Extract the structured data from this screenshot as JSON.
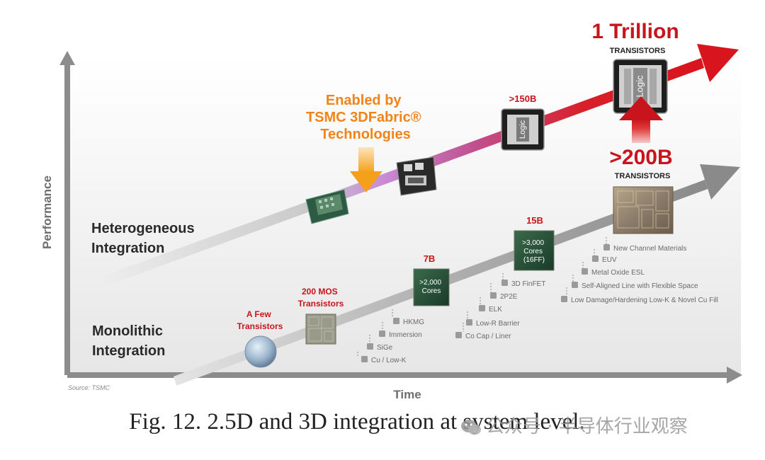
{
  "axes": {
    "y_label": "Performance",
    "x_label": "Time",
    "source": "Source: TSMC"
  },
  "tracks": {
    "heterogeneous": "Heterogeneous\nIntegration",
    "monolithic": "Monolithic\nIntegration"
  },
  "callouts": {
    "enabled_by": [
      "Enabled by",
      "TSMC 3DFabric®",
      "Technologies"
    ],
    "trillion_big": "1 Trillion",
    "trillion_small": "TRANSISTORS",
    "b200_big": ">200B",
    "b200_small": "TRANSISTORS",
    "b150": ">150B",
    "b7": "7B",
    "b15": "15B",
    "mos200": [
      "200 MOS",
      "Transistors"
    ],
    "few": [
      "A Few",
      "Transistors"
    ]
  },
  "chips": {
    "cores2000": [
      ">2,000",
      "Cores"
    ],
    "cores3000": [
      ">3,000",
      "Cores",
      "(16FF)"
    ],
    "logic": "Logic"
  },
  "technologies": [
    "Cu / Low-K",
    "SiGe",
    "Immersion",
    "HKMG",
    "Co Cap / Liner",
    "Low-R Barrier",
    "ELK",
    "2P2E",
    "3D FinFET",
    "Low Damage/Hardening Low-K & Novel Cu Fill",
    "Self-Aligned Line with Flexible Space",
    "Metal Oxide ESL",
    "EUV",
    "New Channel Materials"
  ],
  "caption": "Fig. 12. 2.5D and 3D integration at system level.",
  "watermark": "公众号 · 半导体行业观察",
  "colors": {
    "red": "#c8141c",
    "orange": "#f08419",
    "gray_arrow": "#8c8c8c",
    "text_dark": "#2a2a2a",
    "purple": "#b070c8"
  }
}
